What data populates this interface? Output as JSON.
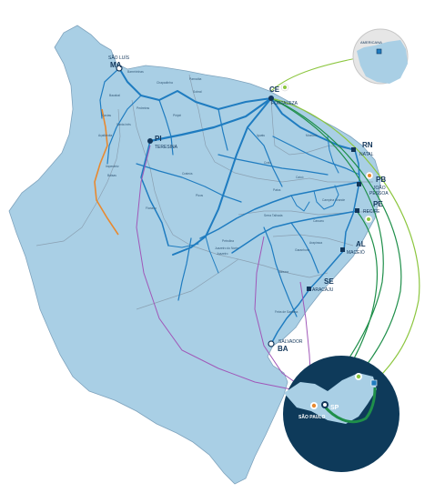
{
  "map": {
    "cities": [
      {
        "id": "sao-luis",
        "state": "MA",
        "name": "SÃO LUÍS"
      },
      {
        "id": "fortaleza",
        "state": "CE",
        "name": "FORTALEZA"
      },
      {
        "id": "teresina",
        "state": "PI",
        "name": "TERESINA"
      },
      {
        "id": "natal",
        "state": "RN",
        "name": "NATAL"
      },
      {
        "id": "joao-pessoa",
        "state": "PB",
        "name_line1": "JOÃO",
        "name_line2": "PESSOA"
      },
      {
        "id": "recife",
        "state": "PE",
        "name": "RECIFE"
      },
      {
        "id": "maceio",
        "state": "AL",
        "name": "MACEIÓ"
      },
      {
        "id": "aracaju",
        "state": "SE",
        "name": "ARACAJU"
      },
      {
        "id": "salvador",
        "state": "BA",
        "name": "SALVADOR"
      }
    ],
    "inset_sao_paulo": {
      "state": "SP",
      "name": "SÃO PAULO"
    },
    "inset_americana": {
      "name": "AMERICANA"
    },
    "towns": [
      "Barreirinhas",
      "Bacabal",
      "Caxias",
      "Crateús",
      "Sobral",
      "Juazeiro do Norte",
      "Mossoró",
      "Caicó",
      "Campina Grande",
      "Caruaru",
      "Garanhuns",
      "Petrolina",
      "Juazeiro",
      "Arapiraca",
      "Picos",
      "Floriano",
      "Feira de Santana",
      "Itabuna",
      "Imperatriz",
      "Balsas",
      "Açailândia",
      "Santa Inês",
      "Pedreiras",
      "Chapadinha",
      "Parnaíba",
      "Piripiri",
      "Iguatu",
      "Crato",
      "Patos",
      "Serra Talhada"
    ],
    "colors": {
      "land": "#a9cfe5",
      "ocean_inset": "#0e3a5a",
      "road_primary": "#1f7cc0",
      "route_orange": "#e8892f",
      "route_purple": "#a057b8",
      "route_green": "#1f8f4a",
      "route_lime": "#8cc63f",
      "label": "#12365a"
    }
  }
}
